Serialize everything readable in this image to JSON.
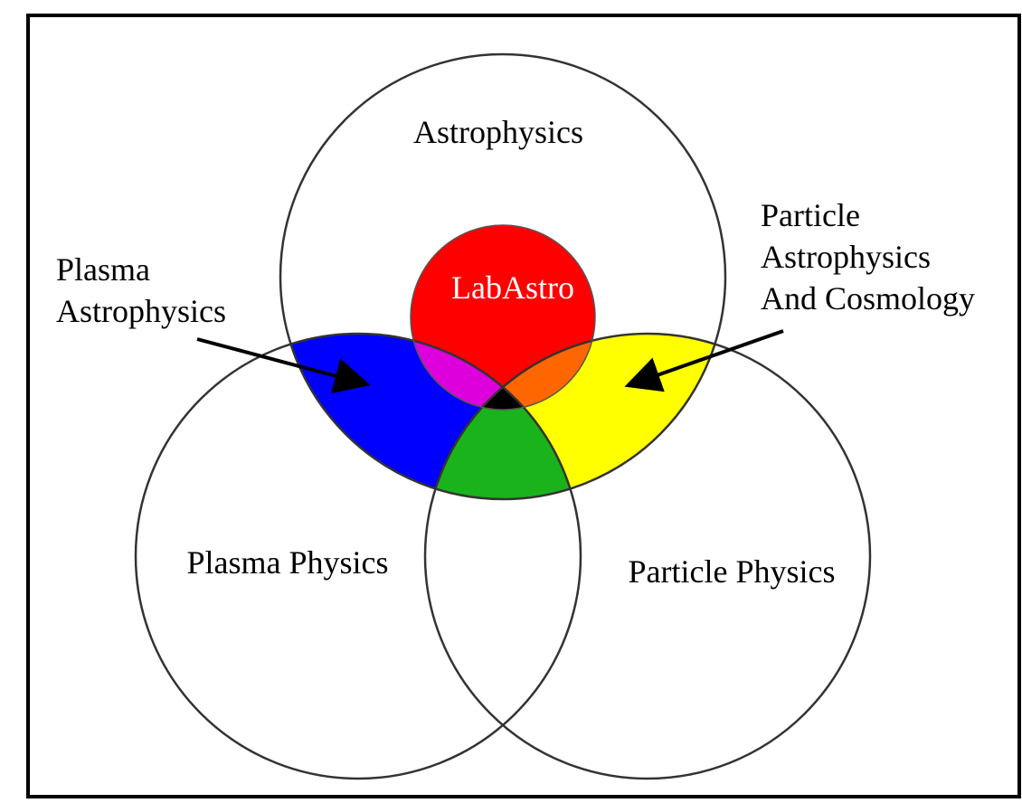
{
  "diagram": {
    "labels": {
      "astrophysics": "Astrophysics",
      "plasma_physics": "Plasma Physics",
      "particle_physics": "Particle Physics",
      "labastro": "LabAstro",
      "plasma_astro_line1": "Plasma",
      "plasma_astro_line2": "Astrophysics",
      "particle_astro_line1": "Particle",
      "particle_astro_line2": "Astrophysics",
      "particle_astro_line3": "And Cosmology"
    },
    "colors": {
      "labastro": "#ff0000",
      "plasma_astrophysics": "#0000ff",
      "particle_astrophysics": "#ffff00",
      "plasma_particle": "#1bb31b",
      "labastro_plasma": "#dd00dd",
      "labastro_particle": "#ff6600",
      "center": "#000000",
      "outline": "#333333",
      "frame": "#000000"
    }
  }
}
